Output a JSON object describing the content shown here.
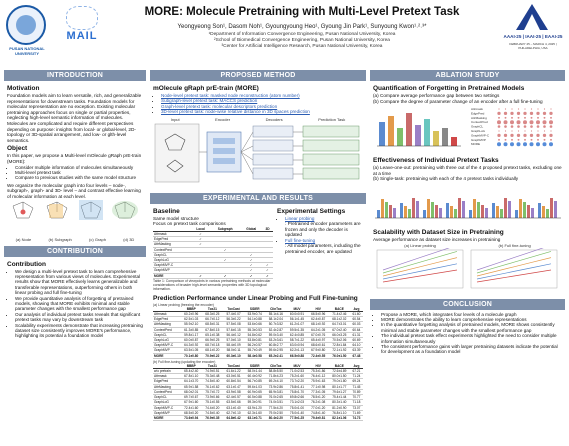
{
  "header": {
    "logo_left_text": "PUSAN NATIONAL UNIVERSITY",
    "logo_mid_text": "MAIL",
    "title": "MORE: Molecule Pretraining with Multi-Level Pretext Task",
    "authors": "Yeongyeong Son¹, Dasom Noh¹, Gyoungyoung Heo¹, Gyoung Jin Park¹, Sunyoung Kwon¹˒²˒³*",
    "affiliations": [
      "¹Department of Information Convergence Engineering, Pusan National University, Korea",
      "²School of Biomedical Convergence Engineering, Pusan National University, Korea",
      "³Center for Artificial Intelligence Research, Pusan National University, Korea"
    ],
    "conf": "AAAI-25 | IAAI-25 | EAAI-25",
    "conf_date": "FEBRUARY 25 – MARCH 4, 2025 | PHILADELPHIA, USA"
  },
  "intro": {
    "title": "INTRODUCTION",
    "motivation_h": "Motivation",
    "motivation": "Foundation models aim to learn versatile, rich, and generalizable representations for downstream tasks. Foundation models for molecular representation are no exception. Existing molecular pretraining approaches focus on single or partial properties, neglecting high-level semantic information of molecules. Molecules are complicated and require different perspectives depending on purpose: insights from local- or global-level, 2D-topology or 3D-spatial arrangement, and low- or glth-level semantics.",
    "object_h": "Object",
    "object_lead": "In this paper, we propose a Multi-level mOlecule gRaph prE-train (MORE):",
    "object_items": [
      "Consider multiple information of molecules simultaneously",
      "Multi-level pretext task",
      "Compare to previous studies with the same model structure"
    ],
    "object_tail": "We organize the molecular graph into four levels – node-, subgraph-, graph- and 3D- level – and contrast effective learning of molecular information at each level.",
    "levels": [
      "(a) Node",
      "(b) Subgraph",
      "(c) Graph",
      "(d) 3D"
    ]
  },
  "contrib": {
    "title": "CONTRIBUTION",
    "h": "Contribution",
    "items": [
      "We design a multi-level pretext task to learn comprehensive representation from various views of molecules. Experimental results show that MORE effectively learns generalizable and transferable representations, outperforming others in both linear probing and full fine-tuning",
      "We provide quantitative analysis of forgetting of pretrained models, showing that MORE exhibits minimal and stable parameter changes with the smallest performance gap",
      "Our analysis of individual pretext tasks reveals that significant pretext tasks may vary by downstream task",
      "Scalability experiments demonstrate that increasing pretraining dataset size consistently improves MORE's performance, highlighting its potential a foundation model"
    ]
  },
  "method": {
    "title": "PROPOSED METHOD",
    "h": "mOlecule gRaph prE-train (MORE)",
    "items": [
      "Node-level pretext task: masked node reconstruction (atom number)",
      "Subgraph-level pretext task: MACCS prediction",
      "Graph-level pretext task: molecular descriptors prediction",
      "3D-level pretext task: node-wise relative distance in 3D spaces prediction"
    ],
    "fig_labels": [
      "Input",
      "Encoder",
      "Decoders",
      "Prediction Task"
    ]
  },
  "exp": {
    "title": "EXPERIMENTAL AND RESULTS",
    "baseline_h": "Baseline",
    "baseline_a": "Same model structure",
    "baseline_b": "Focus on pretext task comparisons",
    "settings_h": "Experimental Settings",
    "lp": "Linear probing",
    "lp_desc": ": Pretrained encoder parameters are frozen and only the decoder is updated",
    "ft": "Full fine-tuning",
    "ft_desc": ": All model parameters, including the pretrained encoder, are updated",
    "baseline_table": {
      "headers": [
        "",
        "Local",
        "Subgraph",
        "Global",
        "3D"
      ],
      "rows": [
        [
          "Attrmask",
          "✓",
          "",
          "",
          ""
        ],
        [
          "EdgePred",
          "✓",
          "",
          "",
          ""
        ],
        [
          "AttrMasking",
          "✓",
          "",
          "",
          ""
        ],
        [
          "ContextPred",
          "",
          "✓",
          "",
          ""
        ],
        [
          "GraphCL",
          "",
          "",
          "✓",
          ""
        ],
        [
          "GraphLoG",
          "",
          "✓",
          "✓",
          ""
        ],
        [
          "GraphMVP-C",
          "",
          "",
          "✓",
          "✓"
        ],
        [
          "GraphMVP",
          "",
          "",
          "✓",
          "✓"
        ],
        [
          "MORE",
          "✓",
          "✓",
          "✓",
          "✓"
        ]
      ]
    },
    "tbl_caption": "Table 1: Comparison of viewpoints in various pretraining methods at molecular considerations of broader high-level semantic properties with 3D topological information.",
    "perf_h": "Prediction Performance under Linear Probing and Full Fine-tuning",
    "lp_caption": "(a) Linear probing (freezing the encoder)",
    "ft_caption": "(b) Full fine-tuning (updating the encoder)",
    "cols": [
      "",
      "BBBP",
      "Tox21",
      "ToxCast",
      "SIDER",
      "ClinTox",
      "MUV",
      "HIV",
      "BACE",
      "Avg"
    ],
    "lp_rows": [
      [
        "Attrmask",
        "60.2±0.96",
        "68.3±0.25",
        "57.4±0.07",
        "53.9±0.74",
        "55.1±4.16",
        "60.0±0.91",
        "66.5±0.96",
        "71.4±2.46",
        "61.60"
      ],
      [
        "EdgePred",
        "62.5±1.03",
        "66.7±0.12",
        "56.3±0.22",
        "54.1±0.88",
        "58.1±2.04",
        "56.1±1.45",
        "62.4±0.87",
        "68.1±2.02",
        "60.54"
      ],
      [
        "AttrMasking",
        "55.9±2.10",
        "68.5±0.31",
        "57.5±0.08",
        "53.6±0.66",
        "50.7±3.52",
        "61.2±1.07",
        "68.1±0.92",
        "64.7±3.01",
        "60.03"
      ],
      [
        "ContextPred",
        "61.3±0.85",
        "67.8±0.15",
        "57.6±0.15",
        "55.3±0.53",
        "52.4±2.87",
        "59.5±1.35",
        "64.2±1.05",
        "67.0±2.40",
        "60.64"
      ],
      [
        "GraphCL",
        "59.8±1.17",
        "65.1±0.38",
        "56.4±0.12",
        "54.8±0.62",
        "59.0±3.40",
        "62.4±0.85",
        "67.0±0.76",
        "66.0±3.25",
        "61.31"
      ],
      [
        "GraphLoG",
        "60.0±0.87",
        "66.9±0.25",
        "57.0±0.10",
        "53.8±0.81",
        "53.2±3.61",
        "58.7±1.22",
        "65.4±0.97",
        "70.5±2.06",
        "60.69"
      ],
      [
        "GraphMVP-C",
        "64.3±0.92",
        "68.7±0.18",
        "58.4±0.09",
        "56.2±0.57",
        "60.8±2.77",
        "63.0±0.94",
        "68.6±0.61",
        "72.8±1.84",
        "64.10"
      ],
      [
        "GraphMVP",
        "63.5±1.05",
        "68.1±0.20",
        "58.0±0.11",
        "55.7±0.49",
        "59.6±2.95",
        "62.2±1.13",
        "67.9±0.80",
        "72.1±1.92",
        "63.39"
      ],
      [
        "MORE",
        "70.1±0.80",
        "70.9±0.22",
        "60.3±0.10",
        "58.4±0.58",
        "65.2±2.41",
        "66.5±0.88",
        "72.4±0.55",
        "76.0±1.50",
        "67.48"
      ]
    ],
    "ft_rows": [
      [
        "w/o pretrain",
        "65.4±2.40",
        "74.9±0.51",
        "61.6±1.22",
        "58.0±1.44",
        "58.8±5.50",
        "71.0±2.53",
        "75.3±1.86",
        "72.6±4.89",
        "67.21"
      ],
      [
        "Attrmask",
        "67.8±1.10",
        "75.3±0.48",
        "63.0±0.51",
        "60.4±0.92",
        "71.8±4.23",
        "75.2±1.60",
        "76.4±1.12",
        "80.0±1.50",
        "71.24"
      ],
      [
        "EdgePred",
        "64.1±3.70",
        "74.5±0.40",
        "60.8±0.54",
        "56.7±0.85",
        "69.2±4.10",
        "73.7±2.20",
        "75.9±1.63",
        "79.0±1.80",
        "69.24"
      ],
      [
        "AttrMasking",
        "65.9±1.58",
        "76.1±0.62",
        "63.1±0.47",
        "59.6±1.03",
        "73.9±2.86",
        "75.8±1.41",
        "77.1±0.98",
        "80.1±1.77",
        "71.45"
      ],
      [
        "ContextPred",
        "68.0±2.01",
        "75.7±0.72",
        "63.9±0.58",
        "60.9±0.65",
        "65.9±3.81",
        "75.8±1.70",
        "77.3±1.05",
        "79.6±1.27",
        "70.89"
      ],
      [
        "GraphCL",
        "69.7±0.67",
        "73.9±0.66",
        "62.4±0.57",
        "60.5±0.88",
        "76.0±2.65",
        "69.8±2.66",
        "78.5±1.20",
        "75.4±1.44",
        "70.77"
      ],
      [
        "GraphLoG",
        "67.9±1.60",
        "75.1±0.55",
        "63.5±0.66",
        "59.3±0.91",
        "74.0±3.51",
        "73.1±2.03",
        "76.2±1.08",
        "80.3±1.40",
        "71.18"
      ],
      [
        "GraphMVP-C",
        "72.4±1.60",
        "74.4±0.20",
        "63.1±0.40",
        "63.9±1.20",
        "77.5±4.20",
        "75.0±1.00",
        "77.0±1.20",
        "81.2±0.90",
        "73.07"
      ],
      [
        "GraphMVP",
        "68.5±0.20",
        "74.5±0.40",
        "62.7±0.10",
        "62.3±1.60",
        "79.0±2.50",
        "75.0±1.40",
        "74.8±1.40",
        "76.8±1.10",
        "71.69"
      ],
      [
        "MORE",
        "73.6±0.94",
        "76.9±0.35",
        "64.8±0.42",
        "63.1±0.71",
        "80.4±2.20",
        "77.5±1.25",
        "79.4±0.81",
        "82.1±1.06",
        "74.73"
      ]
    ]
  },
  "ablation": {
    "title": "ABLATION STUDY",
    "forget_h": "Quantification of Forgetting in Pretrained Models",
    "forget_a": "(a) Compare average performance gap between two settings",
    "forget_b": "(b) Compare the degree of parameter change of an encoder after a full fine-tuning",
    "pt_h": "Effectiveness of Individual Pretext Tasks",
    "pt_a": "(a) Leave-one-out: pretraining with three out of the 4 proposed pretext tasks, excluding one at a time",
    "pt_b": "(b) Single-task: pretraining with each of the 4 pretext tasks individually",
    "scale_h": "Scalability with Dataset Size in Pretraining",
    "scale_desc": "Average performance as dataset size increases in pretraining",
    "scale_a": "(a) Linear probing",
    "scale_b": "(b) Full fine-tuning",
    "heat_rows": [
      "Attrmask",
      "EdgePred",
      "AttrMasking",
      "ContextPred",
      "GraphCL",
      "GraphLoG",
      "GraphMVP-C",
      "GraphMVP",
      "MORE"
    ]
  },
  "conclusion": {
    "title": "CONCLUSION",
    "items": [
      "Propose a MORE, which integrates four levels of a molecule graph",
      "MORE demonstrates the ability to learn comprehensive representations",
      "In the quantitative forgetting analysis of pretrained models, MORE shows consistently minimal and stable parameter changes with the smallest performance gap",
      "The individual pretext task effect experiments highlighted the need to consider multiple information simultaneously",
      "The consistent performance gains with larger pretraining datasets indicate the potential for development as a foundation model"
    ]
  }
}
